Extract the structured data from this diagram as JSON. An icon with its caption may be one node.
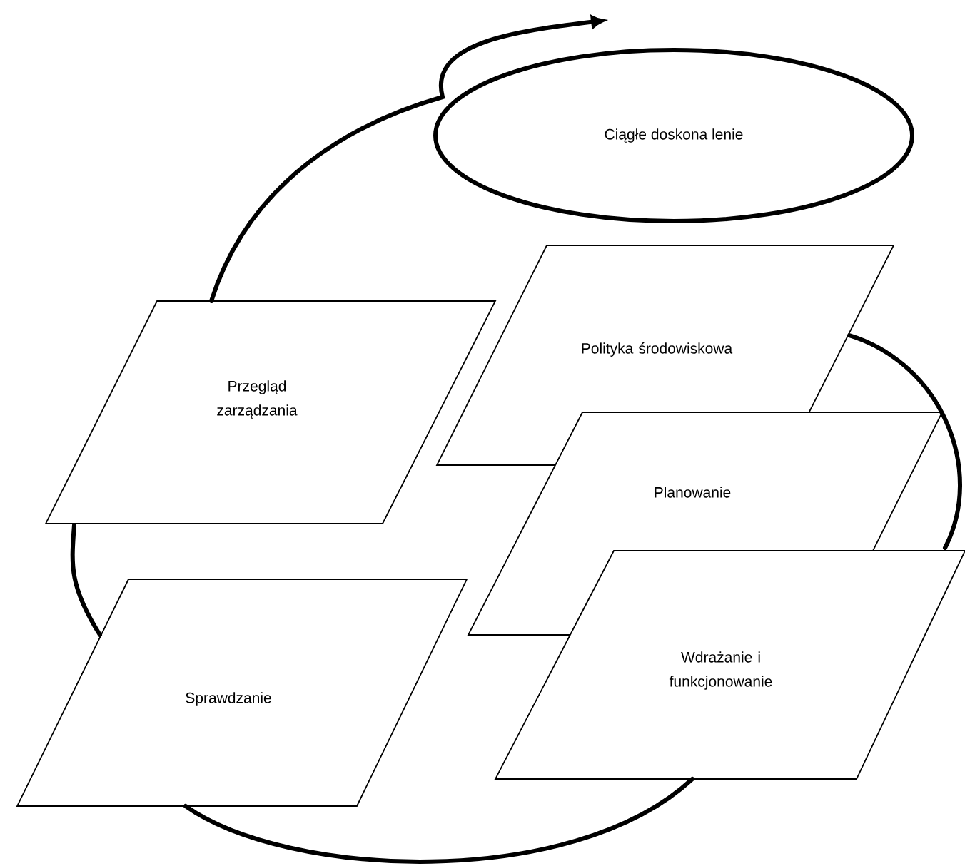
{
  "diagram": {
    "nodes": [
      {
        "text": [
          "Ciągłe doskona lenie"
        ]
      },
      {
        "text": [
          "Przegląd zarządzania"
        ]
      },
      {
        "text": [
          "Polityka środowiskowa"
        ]
      },
      {
        "text": [
          "Planowanie"
        ]
      },
      {
        "text": [
          "Wdrażanie i funkcjonowanie"
        ]
      },
      {
        "text": [
          "Sprawdzanie"
        ]
      }
    ],
    "edges": [
      {
        "from": 1,
        "to": null,
        "arrow": "to"
      },
      {
        "from": 2,
        "to": 4,
        "arrow": "none"
      },
      {
        "from": 4,
        "to": 5,
        "arrow": "none"
      },
      {
        "from": 5,
        "to": 1,
        "arrow": "none"
      }
    ]
  }
}
